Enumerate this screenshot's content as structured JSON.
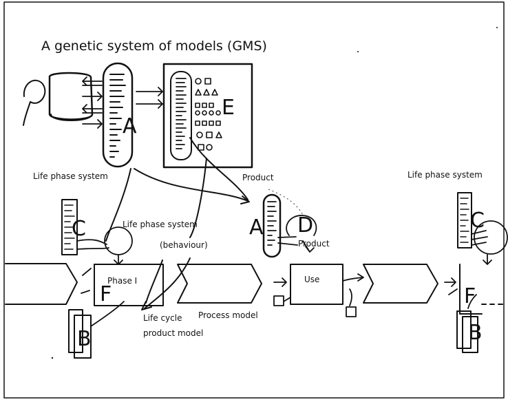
{
  "diagram": {
    "title": "A genetic system of models (GMS)",
    "labels": {
      "life_phase_system_left": "Life phase system",
      "product_top": "Product",
      "life_phase_system_right": "Life phase system",
      "life_phase_system_center": "Life phase system",
      "behaviour": "(behaviour)",
      "product_small": "Product",
      "phase_1": "Phase I",
      "use": "Use",
      "life_cycle_line1": "Life cycle",
      "life_cycle_line2": "product model",
      "process_model": "Process model"
    },
    "letters": {
      "A_left": "A",
      "E": "E",
      "A_right": "A",
      "C_left": "C",
      "C_right": "C",
      "D": "D",
      "F_left": "F",
      "F_right": "F",
      "B_left": "B",
      "B_right": "B"
    }
  }
}
